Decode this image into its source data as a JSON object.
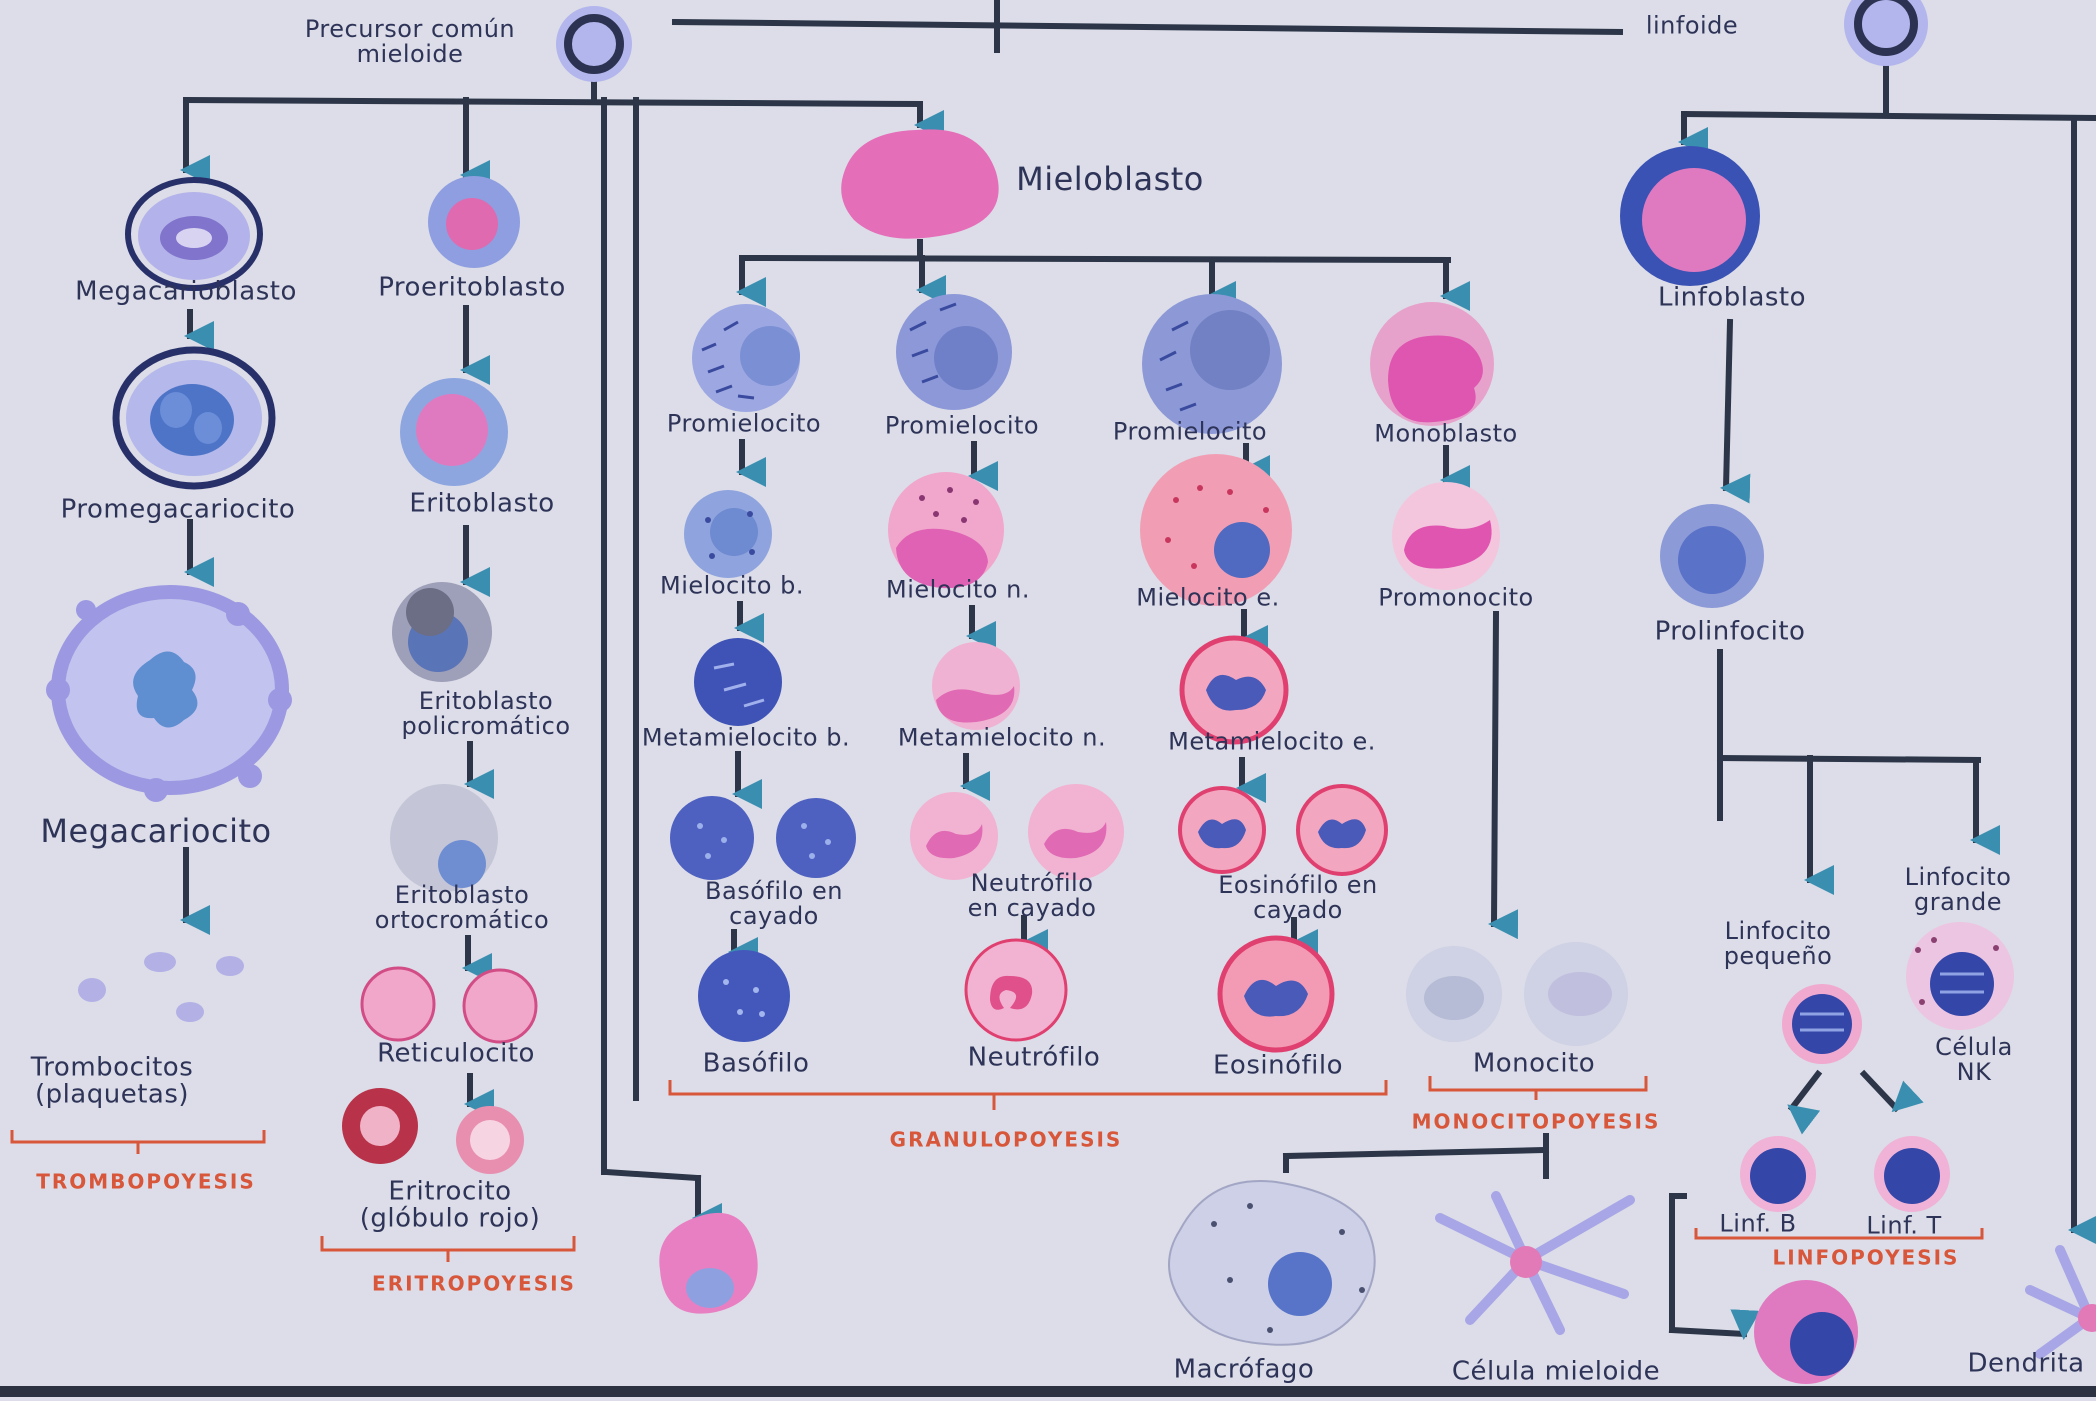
{
  "labels": {
    "precursor_mieloide": "Precursor común\nmieloide",
    "precursor_linfoide": "linfoide",
    "mieloblasto": "Mieloblasto",
    "megacarioblasto": "Megacarioblasto",
    "proeritroblasto": "Proeritoblasto",
    "promegacariocito": "Promegacariocito",
    "eritoblasto": "Eritoblasto",
    "megacariocito": "Megacariocito",
    "eritoblasto_poli": "Eritoblasto\npolicromático",
    "eritoblasto_orto": "Eritoblasto\nortocromático",
    "trombocitos": "Trombocitos\n(plaquetas)",
    "reticulocito": "Reticulocito",
    "eritrocito": "Eritrocito\n(glóbulo rojo)",
    "trombopoyesis": "TROMBOPOYESIS",
    "eritropoyesis": "ERITROPOYESIS",
    "promielocito_1": "Promielocito",
    "promielocito_2": "Promielocito",
    "promielocito_3": "Promielocito",
    "monoblasto": "Monoblasto",
    "mielocito_b": "Mielocito b.",
    "mielocito_n": "Mielocito n.",
    "mielocito_e": "Mielocito e.",
    "promonocito": "Promonocito",
    "metamielocito_b": "Metamielocito b.",
    "metamielocito_n": "Metamielocito n.",
    "metamielocito_e": "Metamielocito e.",
    "basofilo_cayado": "Basófilo en\ncayado",
    "neutrofilo_cayado": "Neutrófilo\nen cayado",
    "eosinofilo_cayado": "Eosinófilo en\ncayado",
    "basofilo": "Basófilo",
    "neutrofilo": "Neutrófilo",
    "eosinofilo": "Eosinófilo",
    "monocito": "Monocito",
    "granulopoyesis": "GRANULOPOYESIS",
    "monocitopoyesis": "MONOCITOPOYESIS",
    "macrofago": "Macrófago",
    "celula_mieloide": "Célula mieloide",
    "linfoblasto": "Linfoblasto",
    "prolinfocito": "Prolinfocito",
    "linfocito_pequeno": "Linfocito\npequeño",
    "linfocito_grande": "Linfocito\ngrande",
    "celula_nk": "Célula\nNK",
    "linf_b": "Linf. B",
    "linf_t": "Linf. T",
    "linfopoyesis": "LINFOPOYESIS",
    "dendrita": "Dendrita"
  },
  "colors": {
    "background": "#dcdde8",
    "line": "#2c3648",
    "arrow_head": "#3a8fb0",
    "ink": "#2e3458",
    "section_label": "#d8563a",
    "pink": "#e07bb6",
    "blue": "#5a6fc8",
    "lavender": "#9d9be0",
    "red": "#b8334a"
  }
}
